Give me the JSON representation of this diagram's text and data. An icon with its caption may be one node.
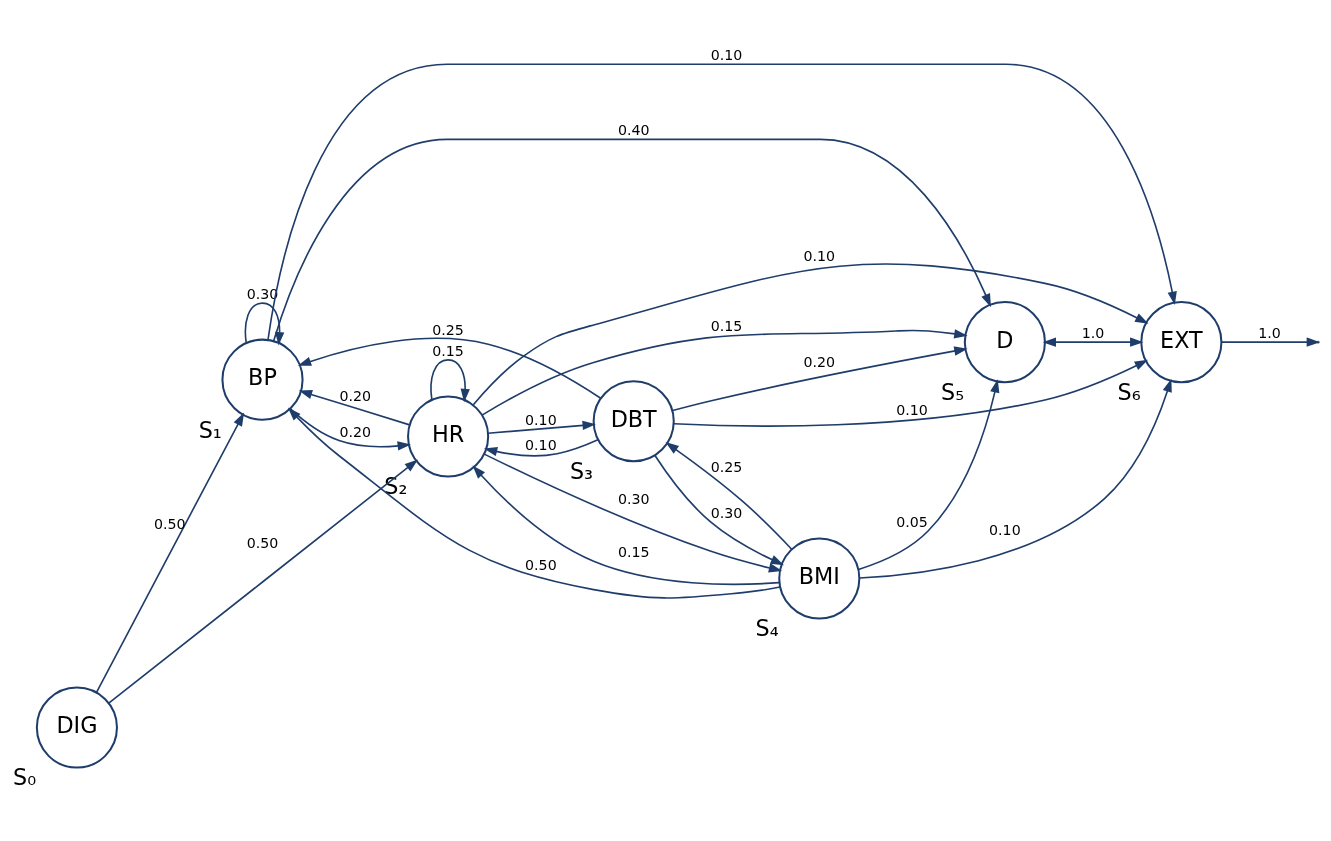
{
  "diagram": {
    "nodes": [
      {
        "text": [
          "DIG"
        ],
        "beside": [
          "S₀"
        ]
      },
      {
        "text": [
          "BP"
        ],
        "beside": [
          "S₁"
        ]
      },
      {
        "text": [
          "HR"
        ],
        "beside": [
          "S₂"
        ]
      },
      {
        "text": [
          "DBT"
        ],
        "beside": [
          "S₃"
        ]
      },
      {
        "text": [
          "BMI"
        ],
        "beside": [
          "S₄"
        ]
      },
      {
        "text": [
          "D"
        ],
        "beside": [
          "S₅"
        ]
      },
      {
        "text": [
          "EXT"
        ],
        "beside": [
          "S₆"
        ]
      }
    ],
    "edges": [
      {
        "from": 0,
        "to": 1,
        "arrow": "to",
        "label": "0.50"
      },
      {
        "from": 0,
        "to": 2,
        "arrow": "to",
        "label": "0.50"
      },
      {
        "from": 1,
        "to": 1,
        "arrow": "to",
        "label": "0.30"
      },
      {
        "from": 2,
        "to": 2,
        "arrow": "to",
        "label": "0.15"
      },
      {
        "from": 1,
        "to": 2,
        "arrow": "to",
        "label": "0.20"
      },
      {
        "from": 2,
        "to": 1,
        "arrow": "to",
        "label": "0.20"
      },
      {
        "from": 1,
        "to": 5,
        "arrow": "to",
        "label": "0.40"
      },
      {
        "from": 2,
        "to": 5,
        "arrow": "to",
        "label": "0.15"
      },
      {
        "from": 1,
        "to": 6,
        "arrow": "to",
        "label": "0.10"
      },
      {
        "from": 3,
        "to": 1,
        "arrow": "to",
        "label": "0.25"
      },
      {
        "from": 4,
        "to": 1,
        "arrow": "to",
        "label": "0.50"
      },
      {
        "from": 3,
        "to": 2,
        "arrow": "to",
        "label": "0.10"
      },
      {
        "from": 3,
        "to": 6,
        "arrow": "to",
        "label": "0.10"
      },
      {
        "from": 3,
        "to": 5,
        "arrow": "to",
        "label": "0.20"
      },
      {
        "from": 3,
        "to": 4,
        "arrow": "to",
        "label": "0.30"
      },
      {
        "from": 4,
        "to": 3,
        "arrow": "to",
        "label": "0.25"
      },
      {
        "from": 2,
        "to": 3,
        "arrow": "to",
        "label": "0.10"
      },
      {
        "from": 2,
        "to": 6,
        "arrow": "to",
        "label": "0.10"
      },
      {
        "from": 2,
        "to": 4,
        "arrow": "to",
        "label": "0.30"
      },
      {
        "from": 4,
        "to": 2,
        "arrow": "to",
        "label": "0.15"
      },
      {
        "from": 4,
        "to": 5,
        "arrow": "to",
        "label": "0.05"
      },
      {
        "from": 4,
        "to": 6,
        "arrow": "to",
        "label": "0.10"
      },
      {
        "from": 5,
        "to": 6,
        "arrow": "both",
        "label": "1.0"
      },
      {
        "from": 6,
        "to": null,
        "arrow": "to",
        "label": "1.0"
      }
    ]
  }
}
